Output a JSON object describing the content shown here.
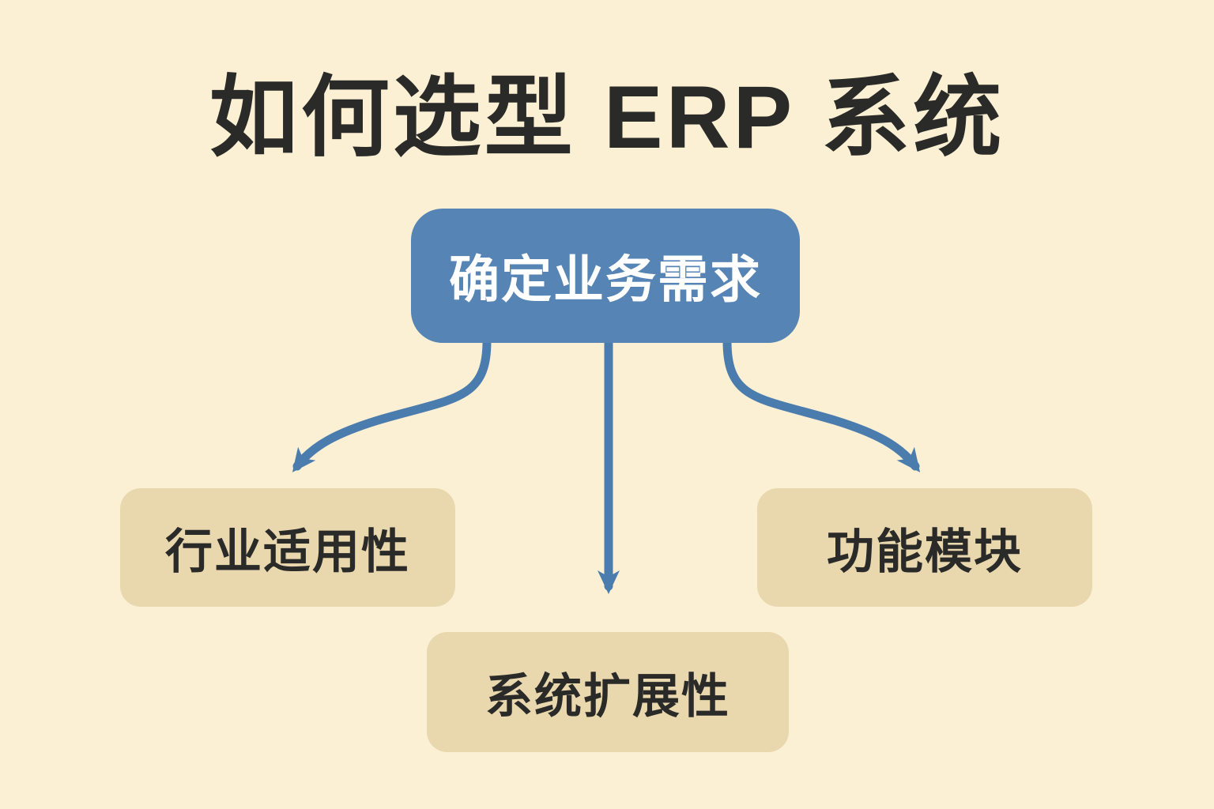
{
  "title": "如何选型 ERP 系统",
  "root_node": {
    "label": "确定业务需求"
  },
  "child_nodes": [
    {
      "id": "industry",
      "label": "行业适用性"
    },
    {
      "id": "scalability",
      "label": "系统扩展性"
    },
    {
      "id": "modules",
      "label": "功能模块"
    }
  ],
  "colors": {
    "background": "#fbf0d4",
    "root_fill": "#5584b5",
    "root_text": "#ffffff",
    "child_fill": "#e9d7ae",
    "child_text": "#2a2a28",
    "arrow": "#4b7cae",
    "title_text": "#2a2a28"
  }
}
